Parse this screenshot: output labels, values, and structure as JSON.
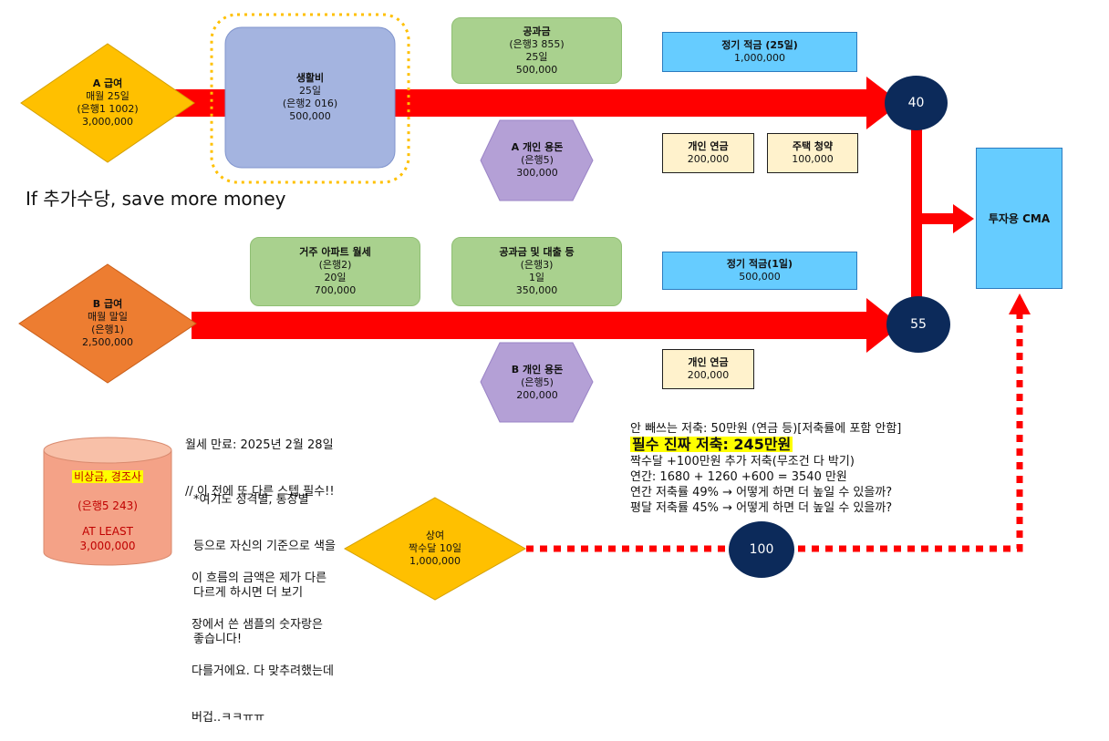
{
  "salary_a": {
    "title": "A 급여",
    "line1": "매월 25일",
    "line2": "(은행1 1002)",
    "amount": "3,000,000"
  },
  "salary_b": {
    "title": "B 급여",
    "line1": "매월 말일",
    "line2": "(은행1)",
    "amount": "2,500,000"
  },
  "living": {
    "title": "생활비",
    "line1": "25일",
    "line2": "(은행2 016)",
    "amount": "500,000"
  },
  "utility_a": {
    "title": "공과금",
    "line1": "(은행3 855)",
    "line2": "25일",
    "amount": "500,000"
  },
  "pocket_a": {
    "title": "A 개인 용돈",
    "line1": "(은행5)",
    "amount": "300,000"
  },
  "pocket_b": {
    "title": "B 개인 용돈",
    "line1": "(은행5)",
    "amount": "200,000"
  },
  "rent": {
    "title": "거주 아파트 월세",
    "line1": "(은행2)",
    "line2": "20일",
    "amount": "700,000"
  },
  "utility_b": {
    "title": "공과금 및 대출 등",
    "line1": "(은행3)",
    "line2": "1일",
    "amount": "350,000"
  },
  "saving_25": {
    "title": "정기 적금 (25일)",
    "amount": "1,000,000"
  },
  "saving_1": {
    "title": "정기 적금(1일)",
    "amount": "500,000"
  },
  "pension_a": {
    "title": "개인 연금",
    "amount": "200,000"
  },
  "housing": {
    "title": "주택 청약",
    "amount": "100,000"
  },
  "pension_b": {
    "title": "개인 연금",
    "amount": "200,000"
  },
  "cma": {
    "title": "투자용 CMA"
  },
  "circles": {
    "c40": "40",
    "c55": "55",
    "c100": "100"
  },
  "bonus": {
    "title": "상여",
    "line1": "짝수달 10일",
    "amount": "1,000,000"
  },
  "emergency": {
    "title": "비상금, 경조사",
    "line1": "(은행5 243)",
    "line2": "AT LEAST",
    "amount": "3,000,000"
  },
  "extra_note": "If 추가수당, save more money",
  "rent_note": {
    "line1": "월세 만료: 2025년 2월 28일",
    "line2": "// 이 전에 또 다른 스텝 필수!!"
  },
  "color_note": {
    "line1": "*여기도 성격별, 통장별",
    "line2": "등으로 자신의 기준으로 색을",
    "line3": "다르게 하시면 더 보기",
    "line4": "좋습니다!"
  },
  "sample_note": {
    "line1": "이 흐름의 금액은 제가 다른",
    "line2": "장에서 쓴 샘플의 숫자랑은",
    "line3": "다를거에요. 다 맞추려했는데",
    "line4": "버겁..ㅋㅋㅠㅠ"
  },
  "summary": {
    "line1": "안 빼쓰는 저축: 50만원 (연금 등)[저축률에 포함 안함]",
    "highlight": "필수 진짜 저축: 245만원",
    "line3": "짝수달 +100만원 추가 저축(무조건 다 박기)",
    "line4": "연간: 1680 + 1260 +600 = 3540 만원",
    "line5": "연간 저축률 49% → 어떻게 하면 더 높일 수 있을까?",
    "line6": "평달 저축률 45% → 어떻게 하면 더 높일 수 있을까?"
  },
  "colors": {
    "red": "#ff0000",
    "navy": "#0c2a5a",
    "gold": "#ffc000",
    "orange": "#ed7d31",
    "purple": "#b4a0d6",
    "green": "#a9d18e",
    "blue": "#66ccff",
    "cream": "#fff2cc",
    "lavender": "#a4b4e0",
    "salmon": "#f4a287"
  }
}
